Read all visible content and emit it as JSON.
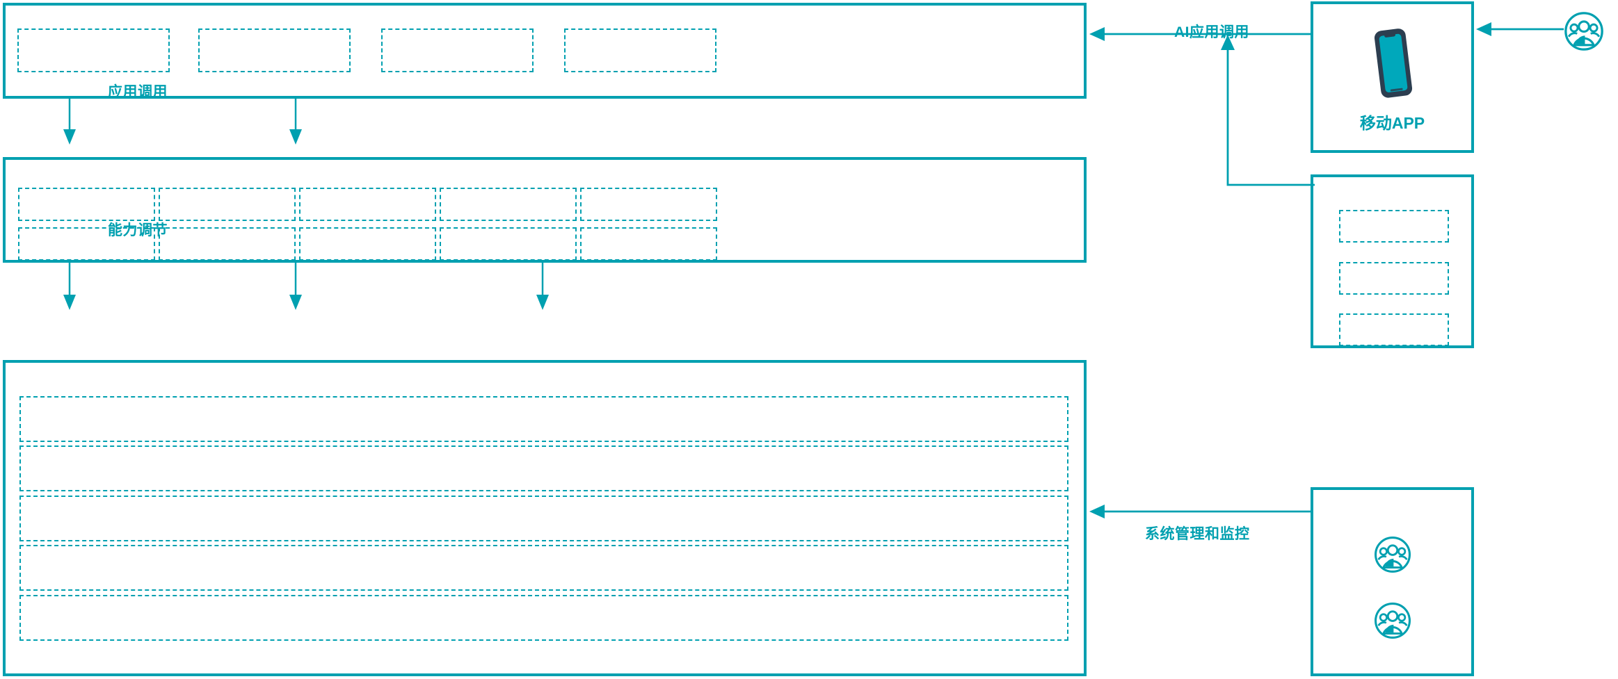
{
  "theme": {
    "accent": "#00a0b0",
    "phone_frame": "#2c3e50",
    "phone_screen": "#00a8bb",
    "background": "#ffffff"
  },
  "layers": [
    {
      "id": "application-layer",
      "name": "application-layer",
      "title": "",
      "slots": [
        {
          "label": ""
        },
        {
          "label": ""
        },
        {
          "label": ""
        },
        {
          "label": ""
        }
      ]
    },
    {
      "id": "capability-layer",
      "name": "capability-layer",
      "title": "",
      "slots": [
        {
          "label": ""
        },
        {
          "label": ""
        },
        {
          "label": ""
        },
        {
          "label": ""
        },
        {
          "label": ""
        },
        {
          "label": ""
        },
        {
          "label": ""
        },
        {
          "label": ""
        },
        {
          "label": ""
        },
        {
          "label": ""
        }
      ]
    },
    {
      "id": "infrastructure-layer",
      "name": "infrastructure-layer",
      "title": "",
      "slots": [
        {
          "label": ""
        },
        {
          "label": ""
        },
        {
          "label": ""
        },
        {
          "label": ""
        },
        {
          "label": ""
        }
      ]
    }
  ],
  "connectors": [
    {
      "id": "app-call",
      "label": "应用调用"
    },
    {
      "id": "capability-tune",
      "label": "能力调节"
    },
    {
      "id": "ai-app-call",
      "label": "AI应用调用"
    },
    {
      "id": "system-monitor",
      "label": "系统管理和监控"
    }
  ],
  "side_panels": [
    {
      "id": "mobile-app-panel",
      "label": "移动APP",
      "icon": "mobile-phone-icon"
    },
    {
      "id": "channel-panel",
      "label": "",
      "slots": [
        {
          "label": ""
        },
        {
          "label": ""
        },
        {
          "label": ""
        }
      ]
    },
    {
      "id": "operations-panel",
      "label": "",
      "icons": [
        "user-group-icon",
        "user-group-icon"
      ]
    }
  ],
  "actors": [
    {
      "id": "external-user",
      "icon": "user-group-icon",
      "label": ""
    }
  ]
}
